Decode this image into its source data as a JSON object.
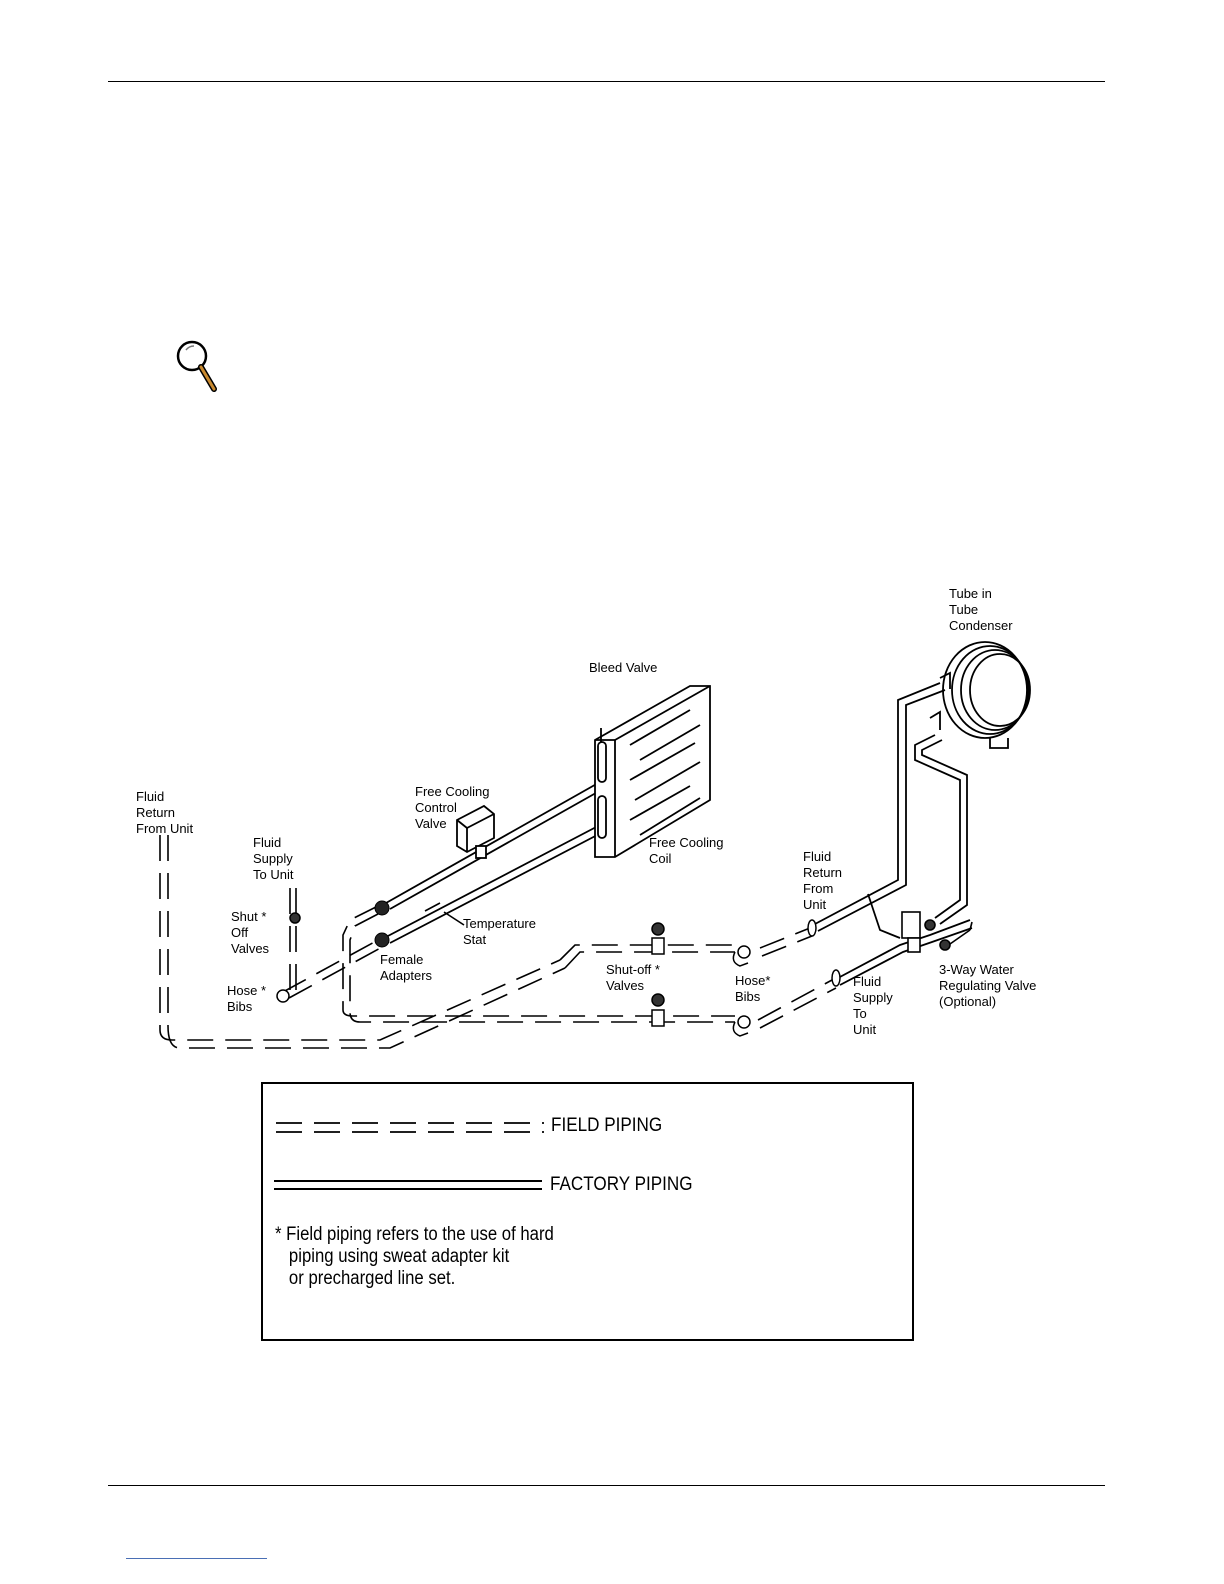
{
  "labels": {
    "tube_condenser": [
      "Tube in",
      "Tube",
      "Condenser"
    ],
    "bleed_valve": [
      "Bleed Valve"
    ],
    "fluid_return_left": [
      "Fluid",
      "Return",
      "From Unit"
    ],
    "free_cooling_control_valve": [
      "Free Cooling",
      "Control",
      "Valve"
    ],
    "free_cooling_coil": [
      "Free Cooling",
      "Coil"
    ],
    "fluid_supply_left": [
      "Fluid",
      "Supply",
      "To Unit"
    ],
    "fluid_return_right": [
      "Fluid",
      "Return",
      "From",
      "Unit"
    ],
    "shut_off_valves_left": [
      "Shut *",
      "Off",
      "Valves"
    ],
    "temperature_stat": [
      "Temperature",
      "Stat"
    ],
    "female_adapters": [
      "Female",
      "Adapters"
    ],
    "shut_off_valves_mid": [
      "Shut-off *",
      "Valves"
    ],
    "hose_bibs_right": [
      "Hose*",
      "Bibs"
    ],
    "hose_bibs_left": [
      "Hose *",
      "Bibs"
    ],
    "fluid_supply_right": [
      "Fluid",
      "Supply",
      "To",
      "Unit"
    ],
    "three_way_valve": [
      "3-Way Water",
      "Regulating Valve",
      "(Optional)"
    ]
  },
  "legend": {
    "field_piping": "FIELD PIPING",
    "factory_piping": "FACTORY PIPING",
    "note": [
      "* Field piping refers to the use of hard",
      "   piping using sweat adapter kit",
      "   or precharged line set."
    ]
  }
}
